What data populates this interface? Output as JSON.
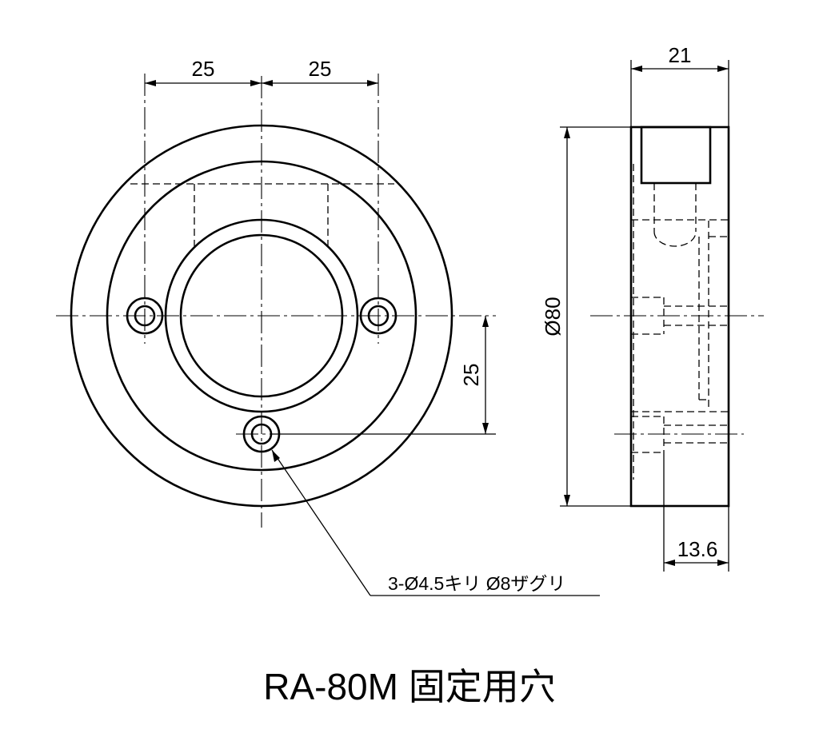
{
  "front_view": {
    "dim_left_spacing": "25",
    "dim_right_spacing": "25",
    "dim_vertical_offset": "25"
  },
  "side_view": {
    "dim_diameter": "Ø80",
    "dim_thickness": "21",
    "dim_counterbore_depth": "13.6"
  },
  "hole_callout": "3-Ø4.5キリ Ø8ザグリ",
  "title": "RA-80M 固定用穴"
}
